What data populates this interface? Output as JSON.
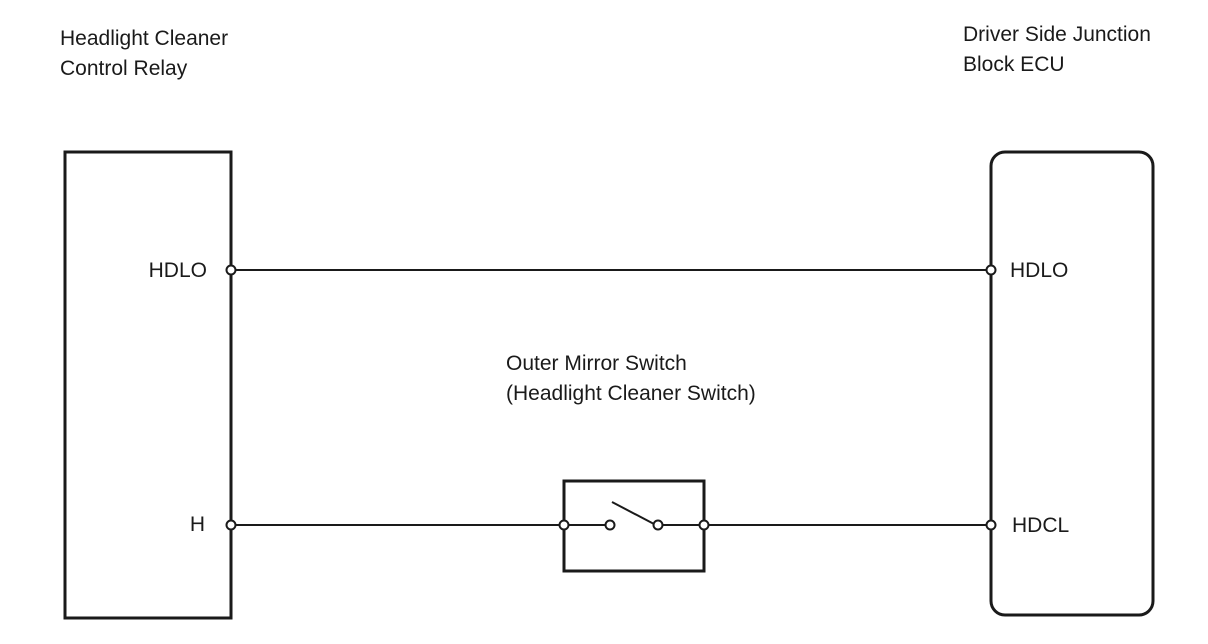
{
  "components": {
    "relay": {
      "title_line1": "Headlight Cleaner",
      "title_line2": "Control Relay",
      "pins": {
        "top": "HDLO",
        "bottom": "H"
      }
    },
    "ecu": {
      "title_line1": "Driver Side Junction",
      "title_line2": "Block ECU",
      "pins": {
        "top": "HDLO",
        "bottom": "HDCL"
      }
    },
    "switch": {
      "title_line1": "Outer Mirror Switch",
      "title_line2": "(Headlight Cleaner Switch)",
      "state": "open"
    }
  },
  "wires": [
    {
      "from": "relay.HDLO",
      "to": "ecu.HDLO"
    },
    {
      "from": "relay.H",
      "to": "switch"
    },
    {
      "from": "switch",
      "to": "ecu.HDCL"
    }
  ],
  "colors": {
    "line": "#1a1a1a",
    "background": "#ffffff"
  }
}
